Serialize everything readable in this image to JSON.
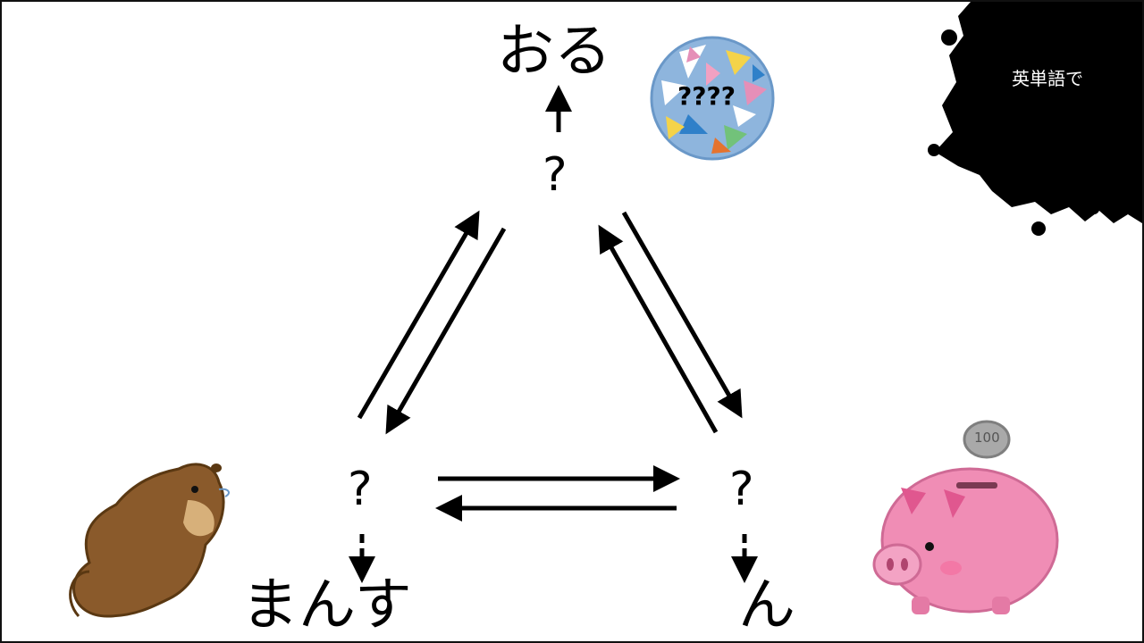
{
  "puzzle": {
    "top_word": "おる",
    "bottom_left_word": "まんす",
    "bottom_right_word": "ん",
    "node_top": "?",
    "node_left": "?",
    "node_right": "?",
    "disco_ball_text": "????",
    "hint_text": "英単語で",
    "coin_label": "100"
  },
  "icons": {
    "disco": "disco-ball-icon",
    "ink": "ink-splat-icon",
    "creature": "marmot-icon",
    "pig": "piggy-bank-icon",
    "coin": "coin-icon"
  },
  "colors": {
    "ink": "#000000",
    "disco_base": "#8eb5dd",
    "pig_pink": "#f08db5",
    "creature_brown": "#8a5a2b",
    "coin_gray": "#a9a9a9"
  }
}
